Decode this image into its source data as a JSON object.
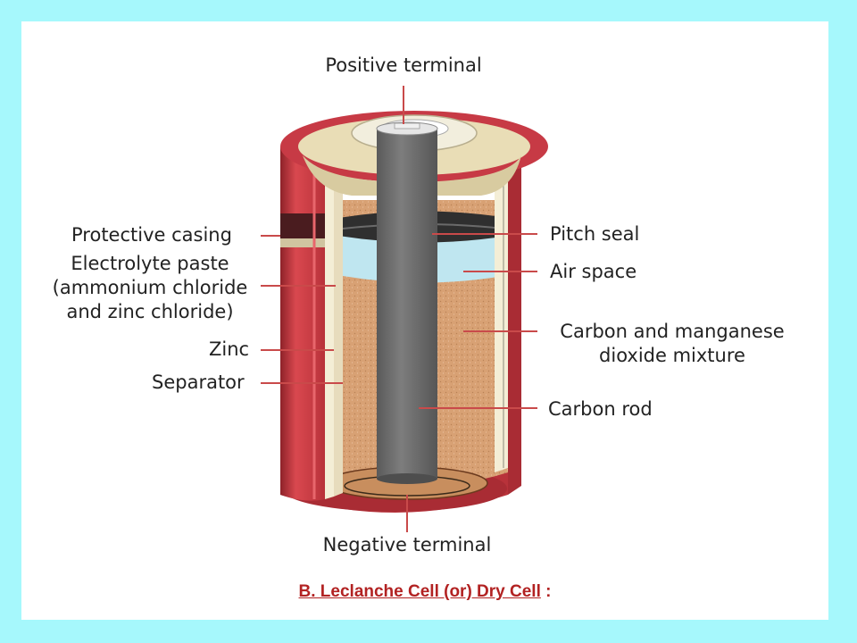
{
  "labels": {
    "positive_terminal": "Positive terminal",
    "protective_casing": "Protective casing",
    "electrolyte_paste": "Electrolyte paste\n(ammonium chloride\nand zinc chloride)",
    "zinc": "Zinc",
    "separator": "Separator",
    "pitch_seal": "Pitch seal",
    "air_space": "Air space",
    "carbon_mn_mixture": "Carbon and manganese\ndioxide mixture",
    "carbon_rod": "Carbon rod",
    "negative_terminal": "Negative terminal"
  },
  "caption": {
    "title": "B. Leclanche Cell (or) Dry Cell",
    "suffix": " :"
  },
  "colors": {
    "page_background": "#A6F8FC",
    "panel": "#FFFFFF",
    "casing": "#C73A45",
    "casing_dark": "#7A1E24",
    "paste": "#D9A276",
    "carbon_rod": "#6E6E6E",
    "air_space": "#BFE6F0",
    "pitch_seal": "#3A3A3A",
    "leader_lines": "#C94A4A",
    "caption": "#B22222"
  }
}
